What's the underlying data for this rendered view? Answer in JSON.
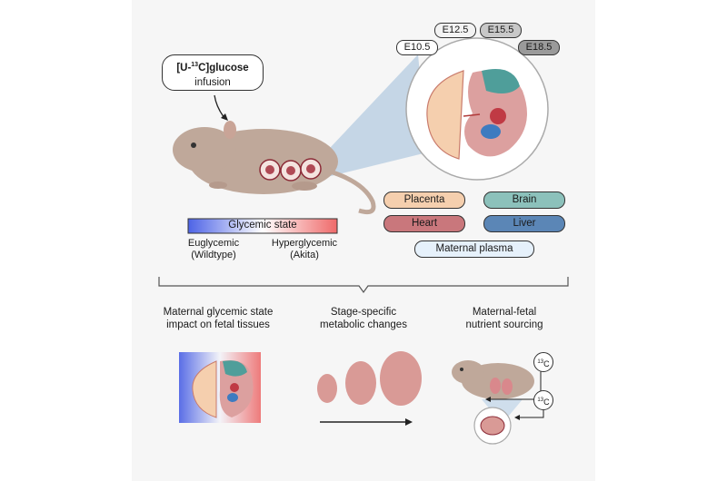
{
  "infusion": {
    "title_prefix": "[U-",
    "title_sup": "13",
    "title_suffix": "C]glucose",
    "subtitle": "infusion"
  },
  "stages": [
    "E10.5",
    "E12.5",
    "E15.5",
    "E18.5"
  ],
  "glycemic": {
    "bar_label": "Glycemic state",
    "left_label_1": "Euglycemic",
    "left_label_2": "(Wildtype)",
    "right_label_1": "Hyperglycemic",
    "right_label_2": "(Akita)",
    "color_low": "#4d63e6",
    "color_high": "#ef6a6a"
  },
  "tissues": [
    {
      "label": "Placenta",
      "color": "#f5cfae"
    },
    {
      "label": "Brain",
      "color": "#8cc1bb"
    },
    {
      "label": "Heart",
      "color": "#c9777c"
    },
    {
      "label": "Liver",
      "color": "#5b86b6"
    },
    {
      "label": "Maternal plasma",
      "color": "#e6f1fb"
    }
  ],
  "findings": [
    {
      "line1": "Maternal glycemic state",
      "line2": "impact on fetal tissues"
    },
    {
      "line1": "Stage-specific",
      "line2": "metabolic changes"
    },
    {
      "line1": "Maternal-fetal",
      "line2": "nutrient sourcing"
    }
  ],
  "isotope_label": {
    "sup": "13",
    "element": "C"
  }
}
